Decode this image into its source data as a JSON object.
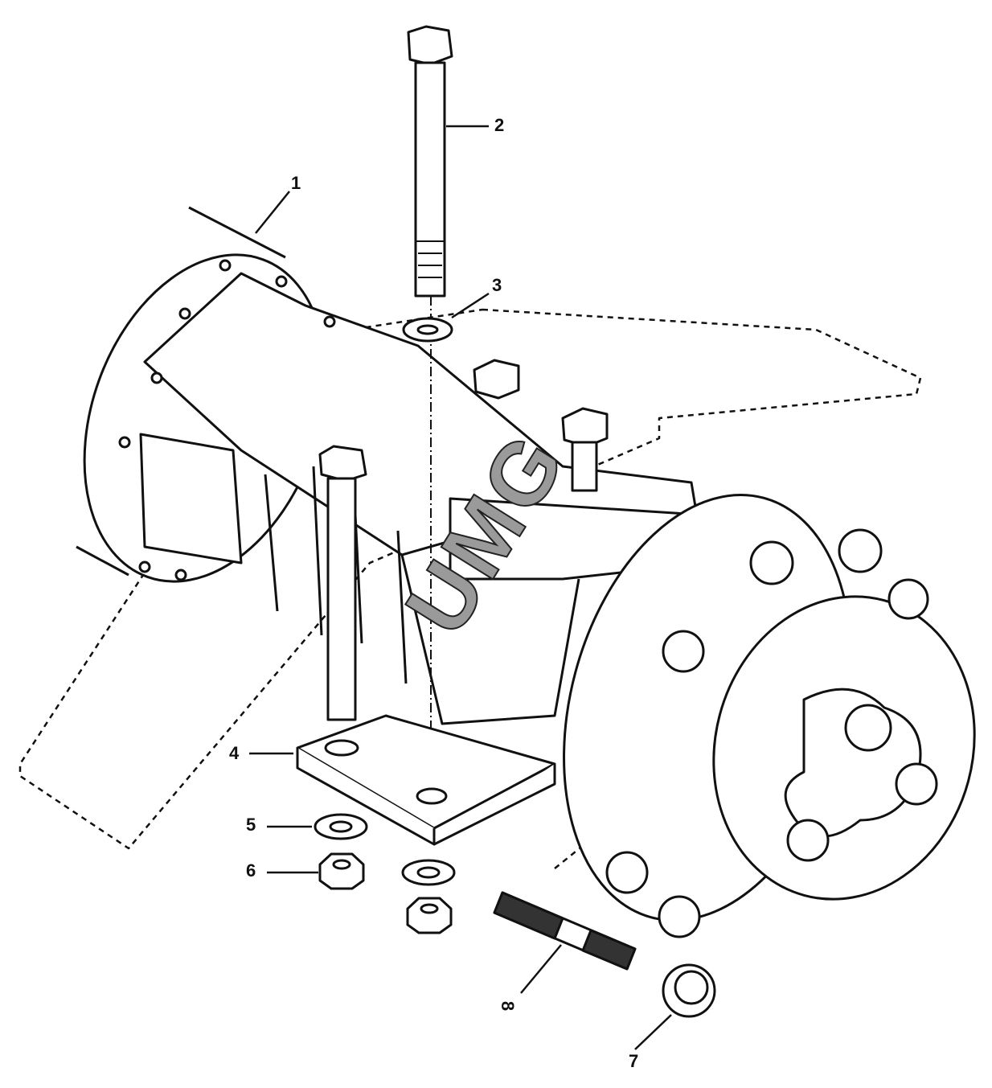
{
  "diagram": {
    "watermark": "UMG",
    "callouts": [
      "1",
      "2",
      "3",
      "4",
      "5",
      "6",
      "7",
      "8"
    ]
  }
}
